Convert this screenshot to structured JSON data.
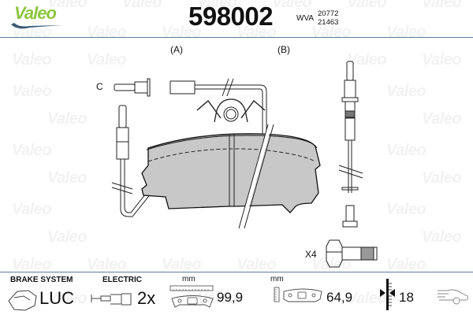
{
  "brand": {
    "logo_text": "Valeo",
    "logo_color": "#8dc63f",
    "swoosh_color": "#3b5b78",
    "watermark_text": "Valeo"
  },
  "header": {
    "part_number": "598002",
    "wva_label": "WVA",
    "wva_numbers": [
      "20772",
      "21463"
    ]
  },
  "drawing": {
    "label_a": "(A)",
    "label_b": "(B)",
    "label_c": "C",
    "bolt_quantity": "X4",
    "pad_fill_color": "#c8c8c8"
  },
  "footer": {
    "brake_system": {
      "title": "BRAKE SYSTEM",
      "value": "LUC",
      "icon": "caliper-icon"
    },
    "electric": {
      "title": "ELECTRIC",
      "value": "2x",
      "icon": "wear-sensor-icon"
    },
    "width": {
      "unit": "mm",
      "value": "99,9",
      "icon": "pad-width-icon"
    },
    "height": {
      "unit": "mm",
      "value": "64,9",
      "icon": "pad-height-icon"
    },
    "thickness": {
      "value": "18",
      "icon": "thickness-icon"
    },
    "vehicle": {
      "icon": "car-icon"
    }
  }
}
